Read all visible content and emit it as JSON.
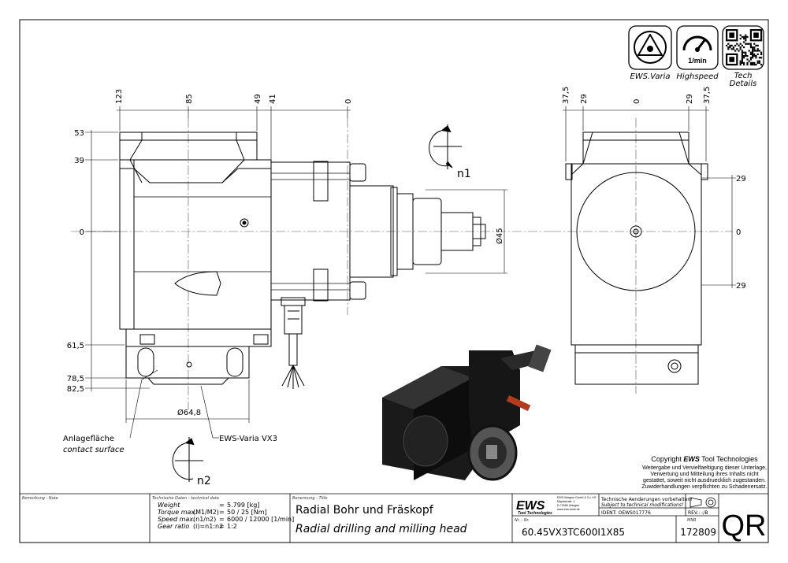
{
  "icons": {
    "varia_label": "EWS.Varia",
    "highspeed_label": "Highspeed",
    "highspeed_unit": "1/min",
    "tech_label_1": "Tech",
    "tech_label_2": "Details"
  },
  "front_view": {
    "top_dims": [
      "123",
      "85",
      "49",
      "41",
      "0"
    ],
    "left_dims": [
      "53",
      "39",
      "0",
      "61,5",
      "78,5",
      "82,5"
    ],
    "diameter_45": "Ø45",
    "diameter_648": "Ø64,8",
    "n1": "n1",
    "n2": "n2",
    "contact_surface_de": "Anlagefläche",
    "contact_surface_en": "contact surface",
    "varia_vx3": "EWS-Varia VX3"
  },
  "side_view": {
    "top_dims": [
      "37,5",
      "29",
      "0",
      "29",
      "37,5"
    ],
    "right_dims": [
      "29",
      "0",
      "29"
    ]
  },
  "copyright": {
    "title_prefix": "Copyright ",
    "title_brand": "EWS",
    "title_suffix": " Tool Technologies",
    "line1": "Weitergabe und Vervielfaeltigung dieser Unterlage,",
    "line2": "Verwertung und Mitteilung ihres Inhalts nicht",
    "line3": "gestattet, soweit nicht ausdruecklich zugestanden.",
    "line4": "Zuwiderhandlungen verpflichten zu Schadenersatz."
  },
  "title_block": {
    "remark_label": "Bemerkung - Note",
    "tech_label": "Technische Daten - technical data",
    "tech_rows": [
      {
        "name": "Weight",
        "unit": "",
        "eq": "=",
        "value": "5.799 [kg]"
      },
      {
        "name": "Torque max.",
        "unit": "(M1/M2)",
        "eq": "=",
        "value": "50 / 25 [Nm]"
      },
      {
        "name": "Speed max.",
        "unit": "(n1/n2)",
        "eq": "=",
        "value": "6000 / 12000 [1/min]"
      },
      {
        "name": "Gear ratio",
        "unit": "(i)=n1:n2",
        "eq": "=",
        "value": "1:2"
      }
    ],
    "name_label": "Benennung - Title",
    "title_de": "Radial Bohr und Fräskopf",
    "title_en": "Radial drilling and milling head",
    "company_logo": "EWS",
    "company_sub": "Tool Technologies",
    "company_addr1": "EWS Weigele GmbH & Co. KG",
    "company_addr2": "Maybachstr. 1",
    "company_addr3": "D-73066 Uhingen",
    "company_addr4": "www.ews-tools.de",
    "changes_de": "Technische Aenderungen vorbehalten!",
    "changes_en": "Subject to technical modifications!",
    "ident": "IDENT: OEWS017776",
    "rev": "REV.: -/B",
    "nr_label": "Nr. - Nr.",
    "part_number": "60.45VX3TC600I1X85",
    "mnr_label": "MNR",
    "mnr": "172809",
    "qr_mark": "QR"
  }
}
